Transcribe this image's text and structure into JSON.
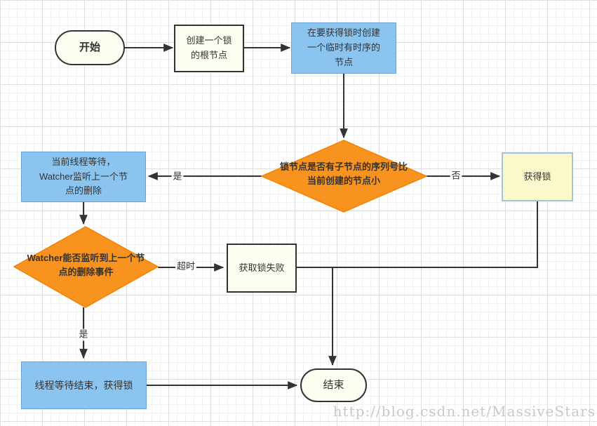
{
  "nodes": {
    "start": {
      "label": "开始"
    },
    "create_root": {
      "label": "创建一个锁\n的根节点"
    },
    "create_ephemeral": {
      "label": "在要获得锁时创建\n一个临时有时序的\n节点"
    },
    "decision_seq_smaller": {
      "label": "锁节点是否有子节点的序列号比\n当前创建的节点小"
    },
    "wait_watcher": {
      "label": "当前线程等待，\nWatcher监听上一个节\n点的删除"
    },
    "acquire_lock": {
      "label": "获得锁"
    },
    "decision_watcher_event": {
      "label": "Watcher能否监听到上一个节\n点的删除事件"
    },
    "acquire_fail": {
      "label": "获取锁失败"
    },
    "wait_end_acquire": {
      "label": "线程等待结束，获得锁"
    },
    "end": {
      "label": "结束"
    }
  },
  "edge_labels": {
    "yes1": "是",
    "no1": "否",
    "timeout": "超时",
    "yes2": "是"
  },
  "watermark": "http://blog.csdn.net/MassiveStars",
  "colors": {
    "process_fill": "#FDFDF2",
    "process_border": "#333333",
    "blue_fill": "#8CC4F0",
    "blue_border": "#6FA3D4",
    "decision_fill": "#F7931E",
    "decision_border": "#EF8408",
    "lock_fill": "#FBF9CC",
    "lock_border": "#A5C2DC",
    "connector": "#333333"
  }
}
